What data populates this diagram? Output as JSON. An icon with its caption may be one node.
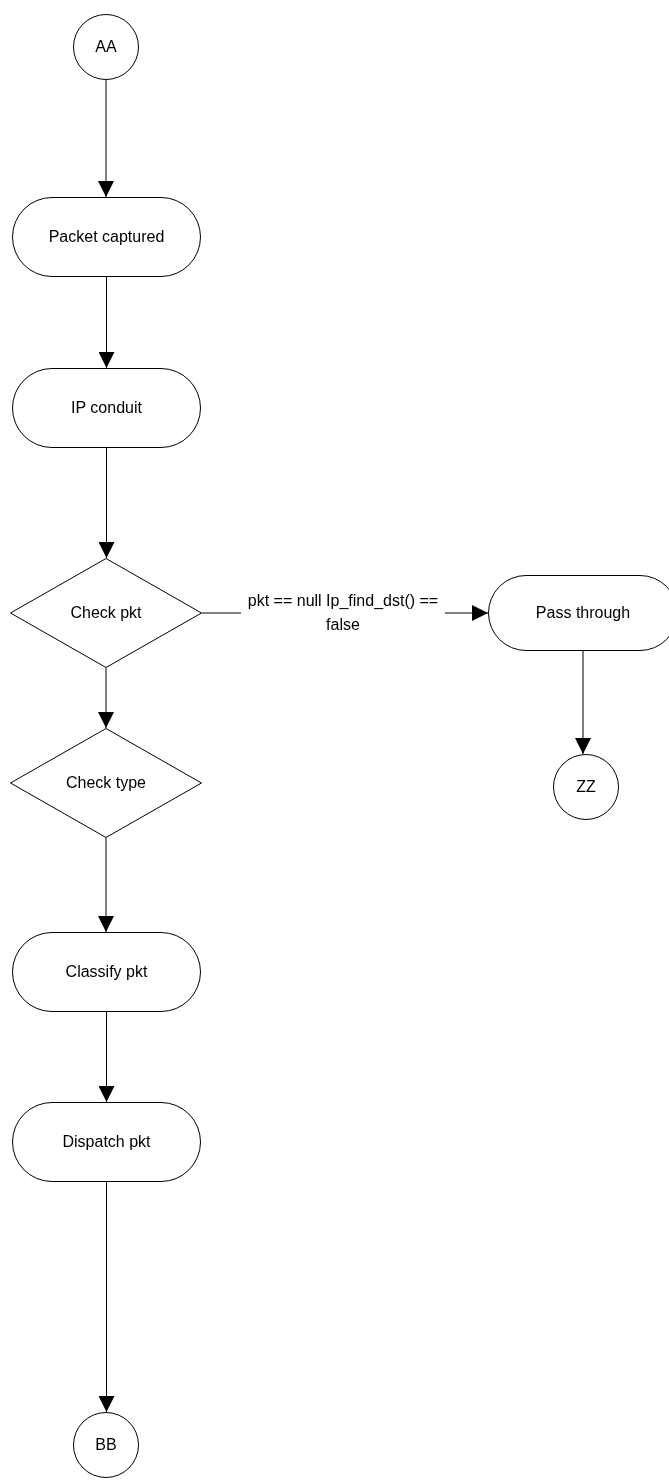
{
  "diagram": {
    "nodes": [
      {
        "text": [
          "AA"
        ]
      },
      {
        "text": [
          "Packet captured"
        ]
      },
      {
        "text": [
          "IP conduit"
        ]
      },
      {
        "text": [
          "Check pkt"
        ]
      },
      {
        "text": [
          "Pass through"
        ]
      },
      {
        "text": [
          "ZZ"
        ]
      },
      {
        "text": [
          "Check type"
        ]
      },
      {
        "text": [
          "Classify pkt"
        ]
      },
      {
        "text": [
          "Dispatch pkt"
        ]
      },
      {
        "text": [
          "BB"
        ]
      }
    ],
    "edges": [
      {
        "from": 0,
        "to": 1,
        "arrow": "to"
      },
      {
        "from": 1,
        "to": 2,
        "arrow": "to"
      },
      {
        "from": 2,
        "to": 3,
        "arrow": "to"
      },
      {
        "from": 3,
        "to": 4,
        "arrow": "to",
        "label": "pkt == null Ip_find_dst() == false"
      },
      {
        "from": 4,
        "to": 5,
        "arrow": "to"
      },
      {
        "from": 3,
        "to": 6,
        "arrow": "to"
      },
      {
        "from": 6,
        "to": 7,
        "arrow": "to"
      },
      {
        "from": 7,
        "to": 8,
        "arrow": "to"
      },
      {
        "from": 8,
        "to": 9,
        "arrow": "to"
      }
    ]
  }
}
